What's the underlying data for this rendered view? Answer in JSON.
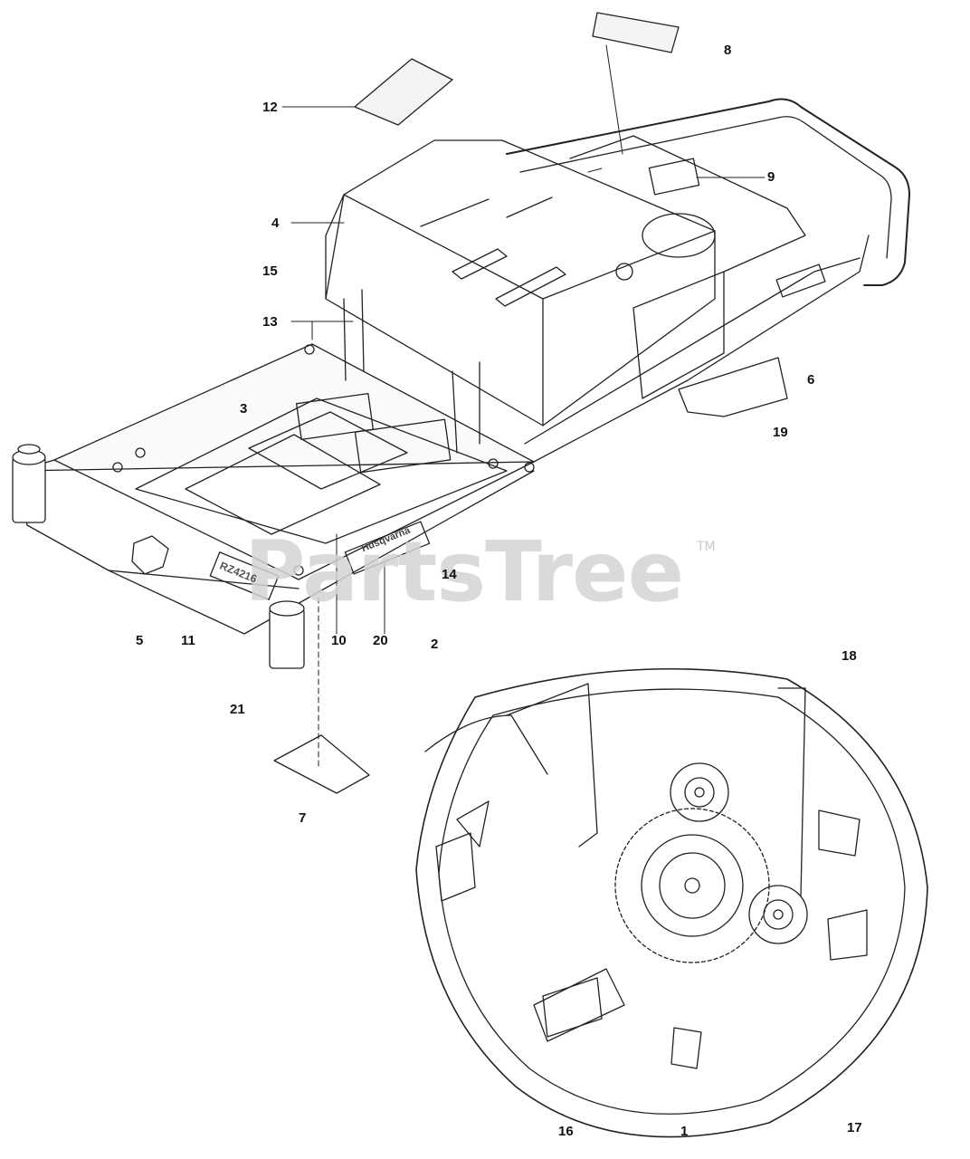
{
  "watermark": {
    "text": "PartsTree",
    "tm": "TM"
  },
  "decals": {
    "brand": "Husqvarna",
    "model": "RZ4216"
  },
  "callouts": [
    "1",
    "2",
    "3",
    "4",
    "5",
    "6",
    "7",
    "8",
    "9",
    "10",
    "11",
    "12",
    "13",
    "14",
    "15",
    "16",
    "17",
    "18",
    "19",
    "20",
    "21"
  ]
}
